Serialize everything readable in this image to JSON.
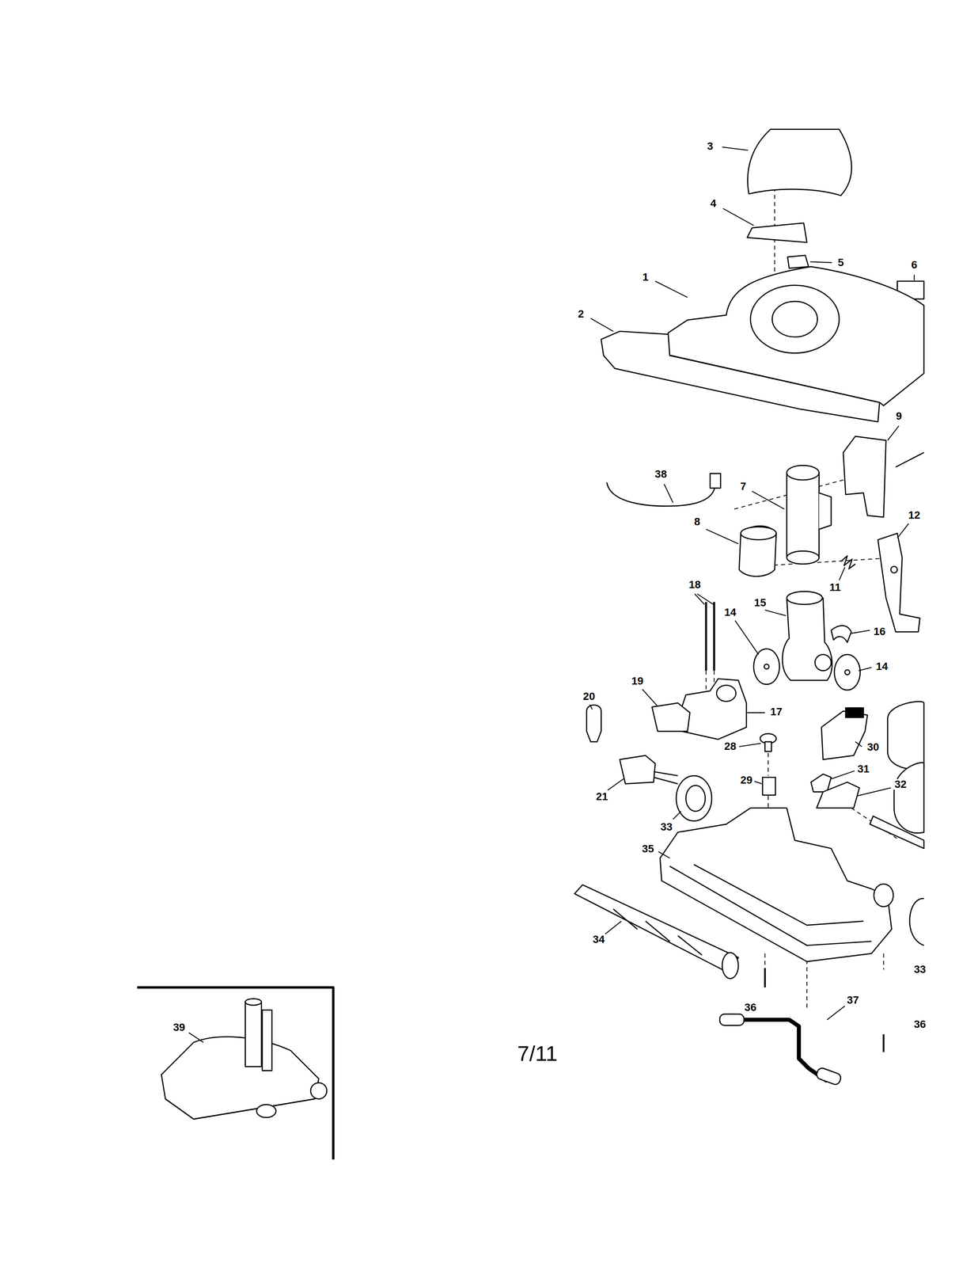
{
  "diagram": {
    "labels": [
      "3",
      "4",
      "5",
      "6",
      "1",
      "2",
      "9",
      "38",
      "7",
      "12",
      "8",
      "11",
      "18",
      "15",
      "14",
      "16",
      "14",
      "19",
      "20",
      "17",
      "28",
      "30",
      "21",
      "29",
      "31",
      "33",
      "32",
      "35",
      "34",
      "36",
      "37",
      "33",
      "36",
      "39",
      "7/11"
    ]
  }
}
